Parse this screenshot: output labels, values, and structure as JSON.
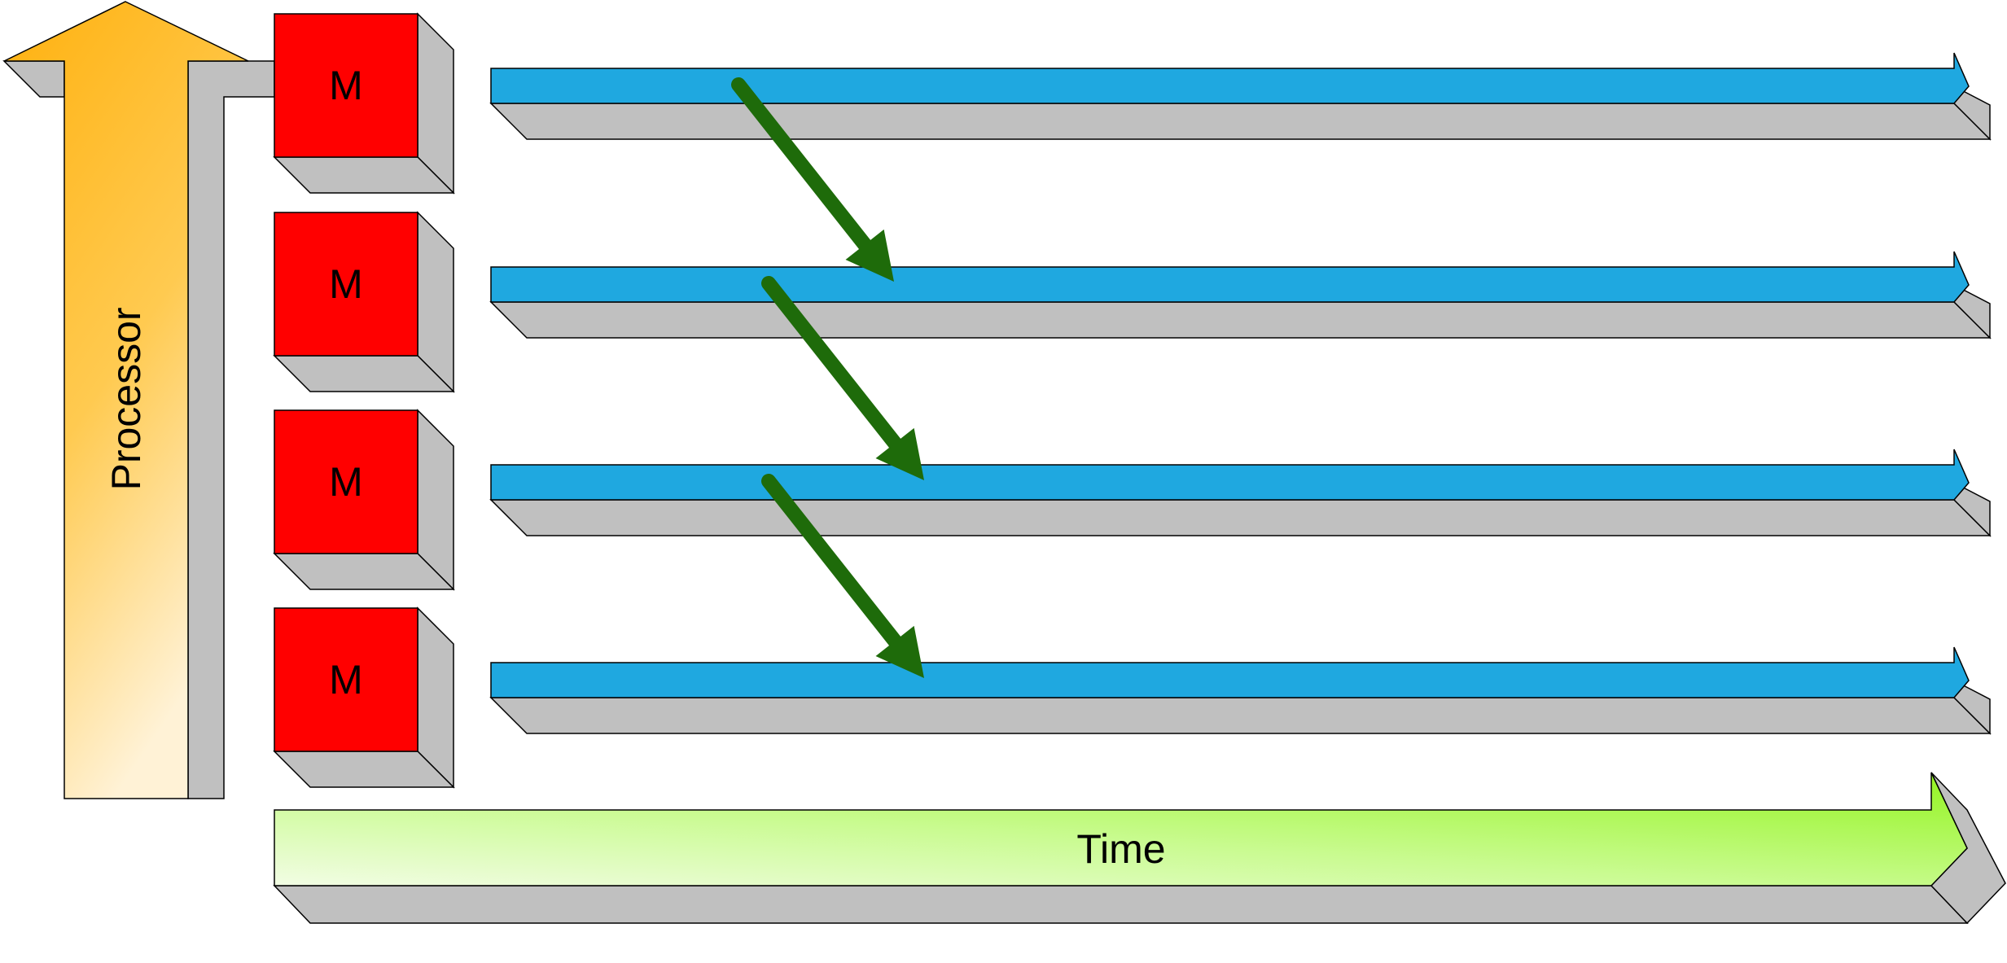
{
  "labels": {
    "processor": "Processor",
    "time": "Time",
    "modules": [
      "M",
      "M",
      "M",
      "M"
    ]
  },
  "colors": {
    "module_face": "#ff0000",
    "timeline_bar": "#1fa8e0",
    "shadow": "#c0c0c0",
    "transfer_arrow": "#1e6b0a",
    "processor_arrow_top": "#ffb10f",
    "processor_arrow_bottom": "#fff2d6",
    "time_arrow_start": "#f2fde4",
    "time_arrow_end": "#93f41f",
    "outline": "#000000"
  }
}
